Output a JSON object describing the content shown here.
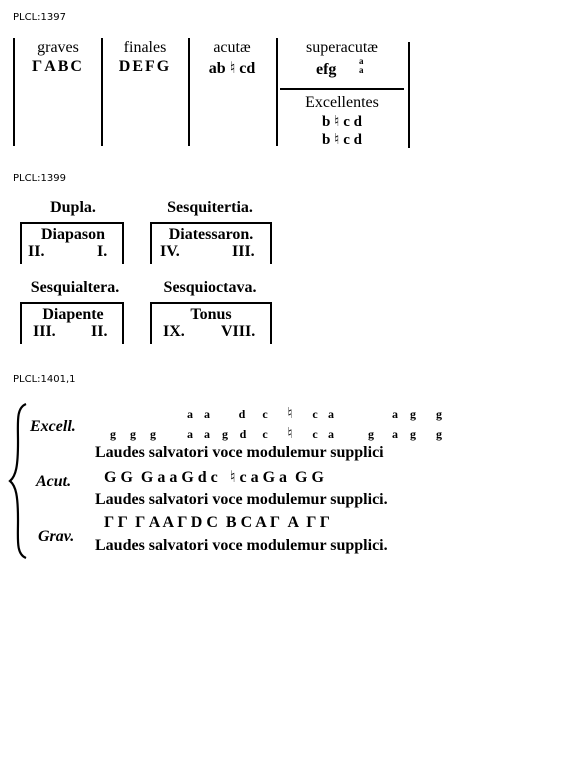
{
  "sections": [
    {
      "ref": "PLCL:1397"
    },
    {
      "ref": "PLCL:1399"
    },
    {
      "ref": "PLCL:1401,1"
    }
  ],
  "fig1": {
    "cols": [
      {
        "title": "graves",
        "notes": "ΓABC"
      },
      {
        "title": "finales",
        "notes": "DEFG"
      },
      {
        "title": "acutæ",
        "notes": "ab ♮ cd"
      },
      {
        "title": "superacutæ",
        "notes": "efg",
        "stack_top": "a",
        "stack_bot": "a"
      }
    ],
    "excellentes": {
      "title": "Excellentes",
      "row1": "b ♮ c d",
      "row2": "b ♮ c d"
    }
  },
  "fig2": {
    "boxes": [
      {
        "head": "Dupla.",
        "name": "Diapason",
        "left": "II.",
        "right": "I."
      },
      {
        "head": "Sesquitertia.",
        "name": "Diatessaron.",
        "left": "IV.",
        "right": "III."
      },
      {
        "head": "Sesquialtera.",
        "name": "Diapente",
        "left": "III.",
        "right": "II."
      },
      {
        "head": "Sesquioctava.",
        "name": "Tonus",
        "left": "IX.",
        "right": "VIII."
      }
    ]
  },
  "fig3": {
    "labels": {
      "excell": "Excell.",
      "acut": "Acut.",
      "grav": "Grav."
    },
    "excell_top": [
      "a",
      "a",
      "d",
      "c",
      "♮",
      "c",
      "a",
      "a",
      "g",
      "g"
    ],
    "excell_bottom": [
      "g",
      "g",
      "g",
      "a",
      "a",
      "g",
      "d",
      "c",
      "♮",
      "c",
      "a",
      "g",
      "a",
      "g",
      "g"
    ],
    "acut_notes": "G G  G a a G d c   ♮ c a G a  G G",
    "grav_notes": "Γ Γ  Γ A A Γ D C  B C A Γ  A  Γ Γ",
    "lyrics": "Laudes salvatori voce modulemur supplici.",
    "lyrics_first": "Laudes salvatori voce modulemur supplici"
  }
}
